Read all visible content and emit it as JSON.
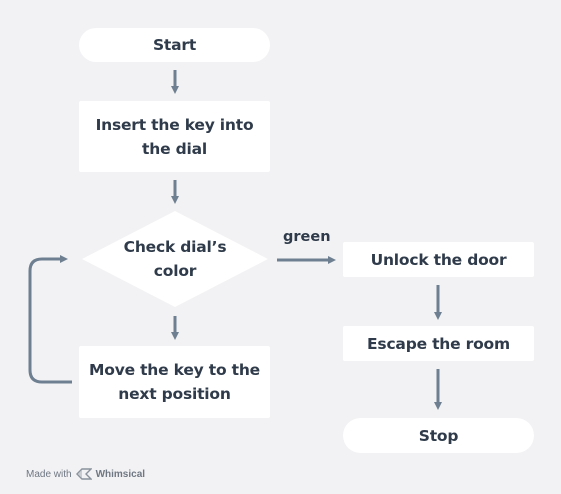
{
  "nodes": {
    "start": "Start",
    "insert_line1": "Insert the key into",
    "insert_line2": "the dial",
    "check_line1": "Check dial’s",
    "check_line2": "color",
    "move_line1": "Move the key to the",
    "move_line2": "next position",
    "unlock": "Unlock the door",
    "escape": "Escape the room",
    "stop": "Stop"
  },
  "edges": {
    "green_label": "green"
  },
  "footer": {
    "made_with": "Made with",
    "brand": "Whimsical"
  },
  "colors": {
    "background": "#f2f2f4",
    "node_fill": "#ffffff",
    "text": "#2f3b4a",
    "arrow": "#6e7f91"
  }
}
